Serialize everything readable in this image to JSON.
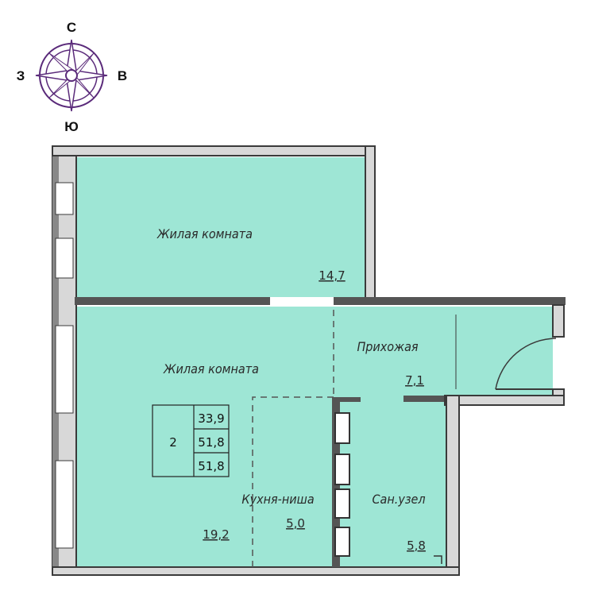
{
  "compass": {
    "north": "С",
    "south": "Ю",
    "west": "З",
    "east": "В"
  },
  "rooms": [
    {
      "id": "living1",
      "label": "Жилая комната",
      "area": "14,7"
    },
    {
      "id": "living2",
      "label": "Жилая комната",
      "area": "19,2"
    },
    {
      "id": "hall",
      "label": "Прихожая",
      "area": "7,1"
    },
    {
      "id": "kitchen",
      "label": "Кухня-ниша",
      "area": "5,0"
    },
    {
      "id": "bath",
      "label": "Сан.узел",
      "area": "5,8"
    }
  ],
  "summary": {
    "rooms_count": "2",
    "living_area": "33,9",
    "total_area": "51,8",
    "total_area2": "51,8"
  },
  "colors": {
    "floor": "#9ee6d5",
    "wall": "#3a3a3a",
    "wall_fill": "#d8d8d8",
    "compass": "#5a2a7a"
  }
}
